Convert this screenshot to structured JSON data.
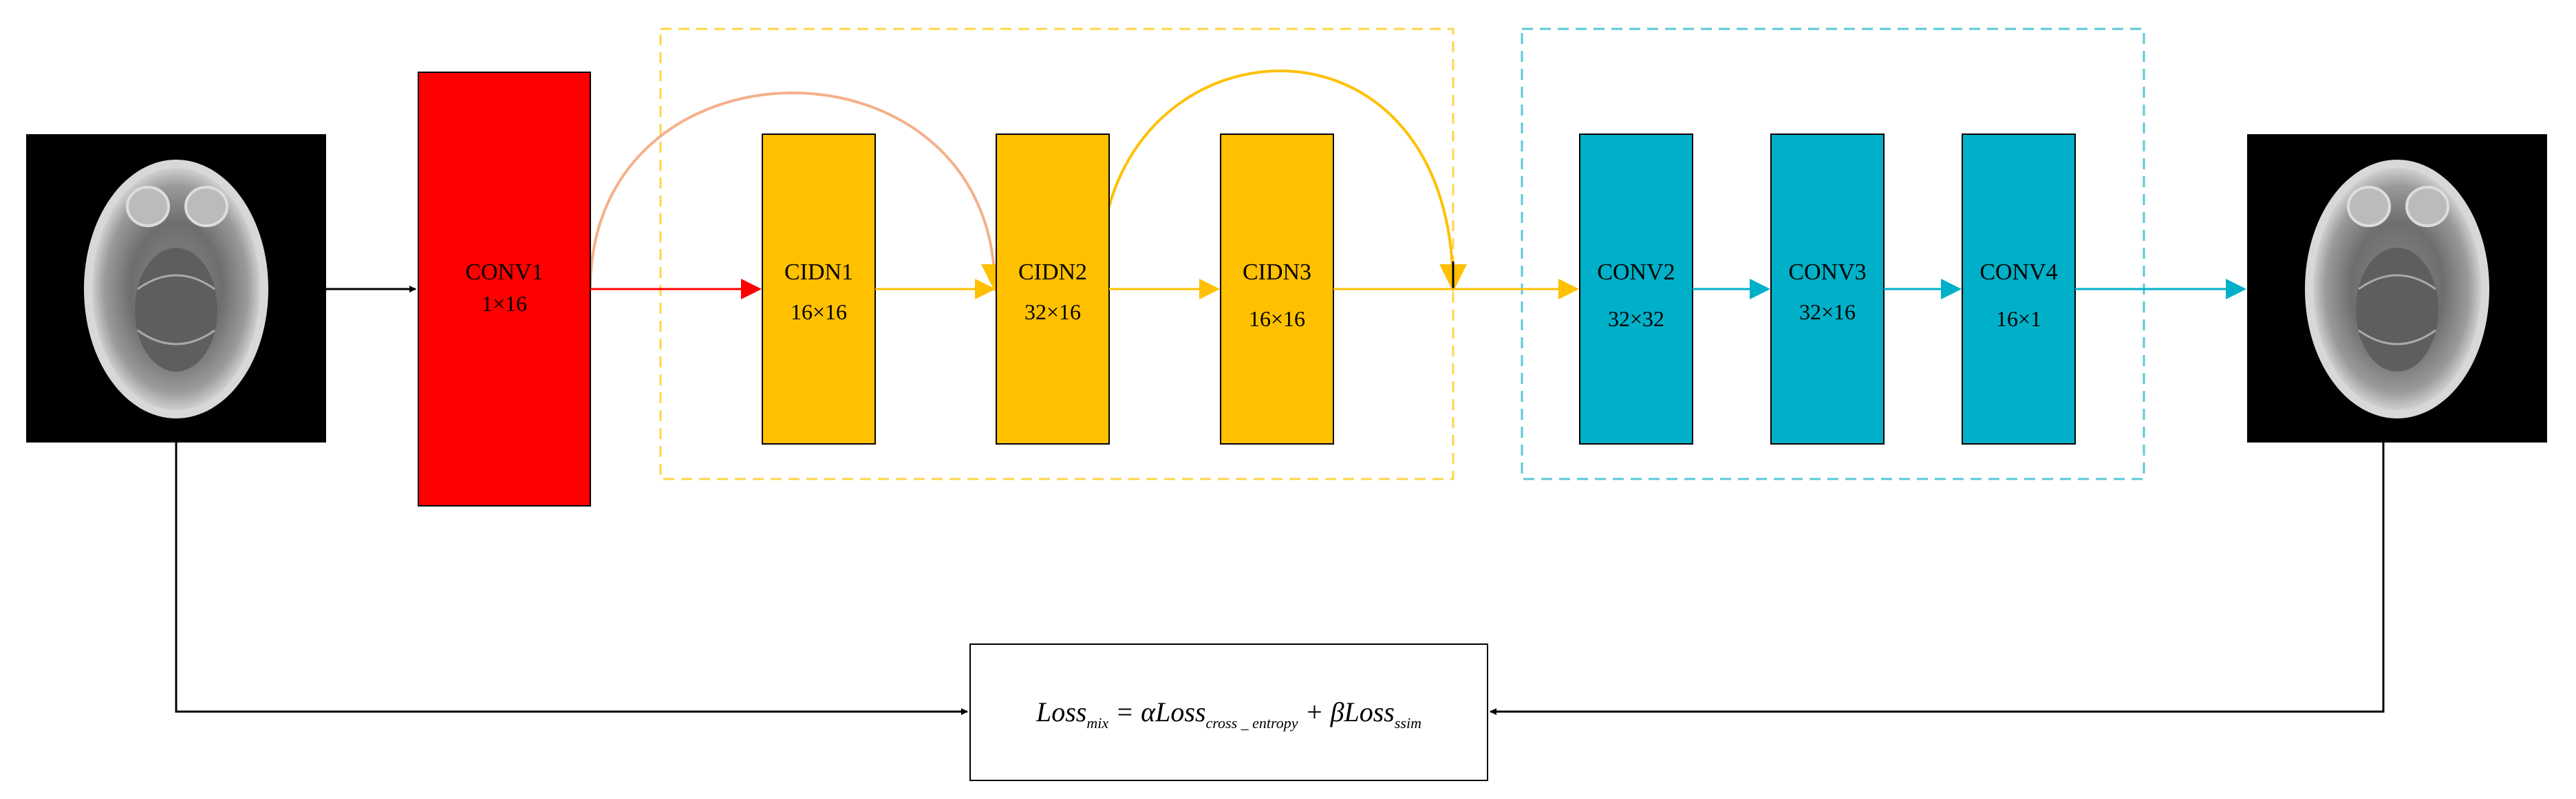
{
  "colors": {
    "conv1": "#ff0000",
    "cidn": "#ffc000",
    "conv_out": "#00b0c8",
    "cidn_group_border": "#ffd54a",
    "conv_group_border": "#5ac8d8",
    "skip_arc_1": "#f5b08a",
    "skip_arc_2": "#ffc000",
    "line": "#000000"
  },
  "blocks": {
    "conv1": {
      "title": "CONV1",
      "dims": "1×16"
    },
    "cidn1": {
      "title": "CIDN1",
      "dims": "16×16"
    },
    "cidn2": {
      "title": "CIDN2",
      "dims": "32×16"
    },
    "cidn3": {
      "title": "CIDN3",
      "dims": "16×16"
    },
    "conv2": {
      "title": "CONV2",
      "dims": "32×32"
    },
    "conv3": {
      "title": "CONV3",
      "dims": "32×16"
    },
    "conv4": {
      "title": "CONV4",
      "dims": "16×1"
    }
  },
  "images": {
    "input": "brain-mri-input-image",
    "output": "brain-mri-output-image"
  },
  "loss": {
    "lhs": "Loss",
    "lhs_sub": "mix",
    "eq": " = ",
    "alpha": "α",
    "term1": "Loss",
    "term1_sub": "cross _ entropy",
    "plus": " + ",
    "beta": "β",
    "term2": "Loss",
    "term2_sub": "ssim"
  }
}
